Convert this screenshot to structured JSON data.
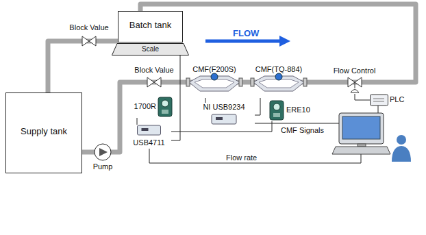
{
  "diagram": {
    "nodes": [
      {
        "text": [
          "Block Value"
        ]
      },
      {
        "text": [
          "Batch tank"
        ]
      },
      {
        "text": [
          "Scale"
        ]
      },
      {
        "text": [
          "Supply tank"
        ]
      },
      {
        "text": [
          "Block Value"
        ]
      },
      {
        "text": [
          "CMF(F200S)"
        ]
      },
      {
        "text": [
          "CMF(TQ-884)"
        ]
      },
      {
        "text": [
          "Flow Control"
        ]
      },
      {
        "text": [
          "1700R"
        ]
      },
      {
        "text": [
          "NI USB9234"
        ]
      },
      {
        "text": [
          "ERE10"
        ]
      },
      {
        "text": [
          "Pump"
        ]
      },
      {
        "text": [
          "PLC"
        ]
      },
      {
        "text": [
          "USB4711"
        ]
      }
    ],
    "edges": [
      {
        "from": 1,
        "to": 0,
        "arrow": "none"
      },
      {
        "from": 0,
        "to": 3,
        "arrow": "none"
      },
      {
        "from": 3,
        "to": 11,
        "arrow": "none"
      },
      {
        "from": 11,
        "to": 4,
        "arrow": "none"
      },
      {
        "from": 4,
        "to": 5,
        "arrow": "none"
      },
      {
        "from": 5,
        "to": 6,
        "arrow": "none"
      },
      {
        "from": 6,
        "to": 7,
        "arrow": "none"
      },
      {
        "from": 7,
        "to": 1,
        "arrow": "none"
      },
      {
        "from": 8,
        "to": 13,
        "arrow": "none"
      },
      {
        "from": 2,
        "to": 13,
        "arrow": "none"
      },
      {
        "from": 5,
        "to": 9,
        "arrow": "none"
      },
      {
        "from": 6,
        "to": 9,
        "arrow": "none"
      },
      {
        "from": 10,
        "to": 13,
        "arrow": "none"
      },
      {
        "from": 12,
        "to": 7,
        "arrow": "none"
      }
    ],
    "labels": [
      "FLOW",
      "CMF Signals",
      "Flow rate"
    ]
  }
}
